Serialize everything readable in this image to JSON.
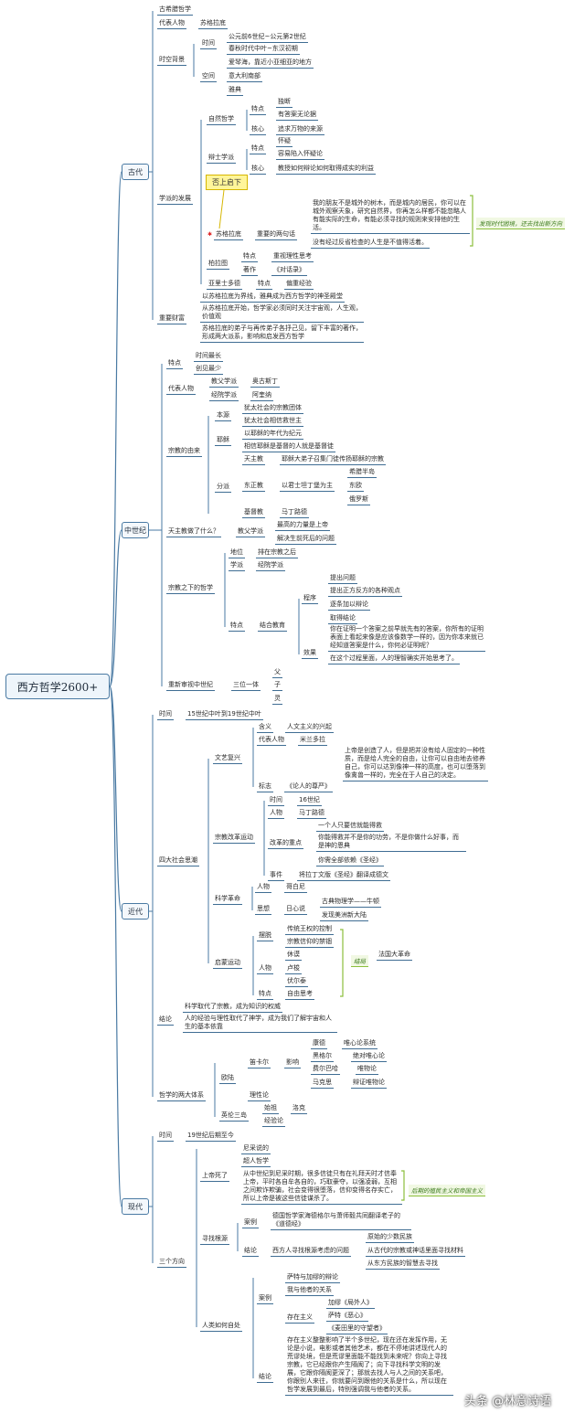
{
  "root": "西方哲学2600+",
  "eras": {
    "ancient": "古代",
    "medieval": "中世纪",
    "modern_early": "近代",
    "contemporary": "现代"
  },
  "callout": "否上启下",
  "green_tags": {
    "socrates": "发现时代困境，还去找出新方向",
    "fate": "结局",
    "postwar": "后期的殖民主义和帝国主义"
  },
  "ancient": {
    "title": "古希腊哲学",
    "rep_label": "代表人物",
    "rep_value": "苏格拉底",
    "bg_label": "时空背景",
    "time_label": "时间",
    "time_1": "公元前6世纪~公元第2世纪",
    "time_2": "春秋时代中叶~东汉初期",
    "space_label": "空间",
    "space_1": "爱琴海，靠近小亚细亚的地方",
    "space_2": "意大利南部",
    "space_3": "雅典",
    "school_label": "学派的发展",
    "natural_label": "自然哲学",
    "feature_label": "特点",
    "core_label": "核心",
    "natural_f1": "独断",
    "natural_f2": "有答案无论据",
    "natural_core": "追求万物的来源",
    "sophist_label": "辩士学派",
    "sophist_f1": "怀疑",
    "sophist_f2": "容易陷入怀疑论",
    "sophist_core": "教授如何辩论如何取得成实的利益",
    "socrates_label": "苏格拉底",
    "socrates_quote_label": "重要的两句话",
    "socrates_quote_1": "我的朋友不是城外的树木，而是城内的居民，你可以在城外观察天象，研究自然界，你再怎么样都不能忽略人有能实际的生命，有能必须寻找的规则来安排他的生活。",
    "socrates_quote_2": "没有经过反省检查的人生是不值得活着。",
    "plato_label": "柏拉图",
    "plato_feature": "重视理性思考",
    "plato_work_label": "著作",
    "plato_work": "《对话录》",
    "aristotle_label": "亚里士多德",
    "aristotle_feature": "偏重经验",
    "legacy_label": "重要财富",
    "legacy_1": "以苏格拉底为界线，雅典成为西方哲学的神圣殿堂",
    "legacy_2": "从苏格拉底开始，哲学家必须同时关注宇宙观，人生观，价值观",
    "legacy_3": "苏格拉底的弟子与再传弟子各抒己见，留下丰富的著作，形成两大派系，影响和启发西方哲学"
  },
  "medieval": {
    "feature_label": "特点",
    "feature_1": "时间最长",
    "feature_2": "创见最少",
    "rep_label": "代表人物",
    "father_label": "教父学派",
    "father_value": "奥古斯丁",
    "scholastic_label": "经院学派",
    "scholastic_value": "阿奎纳",
    "origin_label": "宗教的由来",
    "source_label": "本源",
    "source_1": "犹太社会的宗教团体",
    "source_2": "犹太社会相信救世主",
    "jesus_label": "耶稣",
    "jesus_1": "以耶稣的年代为纪元",
    "jesus_2": "相信耶稣是基督的人就是基督徒",
    "branch_label": "分派",
    "catholic_label": "天主教",
    "catholic_value": "耶稣大弟子召集门徒传扬耶稣的宗教",
    "orthodox_label": "东正教",
    "orthodox_value": "以君士坦丁堡为主",
    "orthodox_1": "希腊半岛",
    "orthodox_2": "东欧",
    "orthodox_3": "俄罗斯",
    "protestant_label": "基督教",
    "protestant_value": "马丁路德",
    "did_label": "天主教做了什么？",
    "did_school": "教父学派",
    "did_1": "最高的力量是上帝",
    "did_2": "解决生前死后的问题",
    "philo_label": "宗教之下的哲学",
    "status_label": "地位",
    "status_value": "排在宗教之后",
    "school_label": "学派",
    "school_value": "经院学派",
    "feat_label": "特点",
    "feat_value": "结合教育",
    "procedure_label": "程序",
    "proc_1": "提出问题",
    "proc_2": "提出正方反方的各种观点",
    "proc_3": "逐条加以辩论",
    "proc_4": "取得结论",
    "effect_label": "效果",
    "effect_1": "你在证明一个答案之前早就先有的答案，你所有的证明表面上看起来像是应该像数学一样的，因为你本来就已经知道答案是什么，你何必证明呢？",
    "effect_2": "在这个过程里面，人的理智确实开始思考了。",
    "review_label": "重新审视中世纪",
    "trinity_label": "三位一体",
    "trinity_1": "父",
    "trinity_2": "子",
    "trinity_3": "灵"
  },
  "modern_early": {
    "time_label": "时间",
    "time_value": "15世纪中叶到19世纪中叶",
    "trends_label": "四大社会思潮",
    "renaissance_label": "文艺复兴",
    "meaning_label": "含义",
    "meaning_value": "人文主义的兴起",
    "rep_label": "代表人物",
    "rep_value": "米兰多拉",
    "quote": "上帝是创造了人，但是把并没有给人固定的一种性质，而是给人完全的自由，让你可以自由地去修养自己，你可以达到像神一样的高度，也可以堕落到像禽兽一样的，完全在于人自己的决定。",
    "mark_label": "标志",
    "mark_value": "《论人的尊严》",
    "reform_label": "宗教改革运动",
    "reform_time_label": "时间",
    "reform_time": "16世纪",
    "reform_person_label": "人物",
    "reform_person": "马丁路德",
    "reform_key_label": "改革的重点",
    "reform_key_1": "一个人只要信就能得救",
    "reform_key_2": "你能得救并不是你的功劳，不是你做什么好事，而是神的恩典",
    "reform_key_3": "你需全部依赖《圣经》",
    "reform_event_label": "事件",
    "reform_event": "将拉丁文版《圣经》翻译成德文",
    "science_label": "科学革命",
    "science_person_label": "人物",
    "science_person": "哥白尼",
    "science_thought_label": "思想",
    "science_thought": "日心说",
    "science_1": "古典物理学——牛顿",
    "science_2": "发现美洲新大陆",
    "enlight_label": "启蒙运动",
    "escape_label": "摆脱",
    "escape_1": "传统王权的控制",
    "escape_2": "宗教信仰的禁锢",
    "enlight_person_label": "人物",
    "enlight_p1": "休谟",
    "enlight_p2": "卢梭",
    "enlight_p3": "伏尔泰",
    "enlight_feat_label": "特点",
    "enlight_feat": "自由思考",
    "enlight_result": "法国大革命",
    "concl_label": "结论",
    "concl_1": "科学取代了宗教，成为知识的权威",
    "concl_2": "人的经验与理性取代了神学，成为我们了解宇宙和人生的基本依靠",
    "two_label": "哲学的两大体系",
    "euro_label": "欧陆",
    "descartes_label": "笛卡尔",
    "influence_label": "影响",
    "kant": "康德",
    "kant_v": "唯心论系统",
    "hegel": "黑格尔",
    "hegel_v": "绝对唯心论",
    "feuer": "费尔巴哈",
    "feuer_v": "唯物论",
    "marx": "马克思",
    "marx_v": "辩证唯物论",
    "rational": "理性论",
    "british_label": "英伦三岛",
    "locke_label": "始祖",
    "locke_v": "洛克",
    "empirical": "经验论"
  },
  "contemporary": {
    "time_label": "时间",
    "time_value": "19世纪后期至今",
    "dirs_label": "三个方向",
    "god_label": "上帝死了",
    "god_1": "尼采说的",
    "god_2": "超人哲学",
    "god_3": "从中世纪到尼采时期，很多信徒只有在礼拜天时才信奉上帝，平时各自牟各自的，巧取豪夺，以强凌弱，互相之间欺诈欺骗，社会变得很堕落，信仰变得名存实亡，所以上帝是被这些信徒谋杀了。",
    "roots_label": "寻找根源",
    "case_label": "案例",
    "case_value": "德国哲学家海德格尔与萧师毅共同翻译老子的《道德经》",
    "concl_label": "结论",
    "concl_value": "西方人寻找根源考虑的问题",
    "concl_1": "原始的少数民族",
    "concl_2": "从古代的宗教或神话里面寻找材料",
    "concl_3": "从东方民族的智慧去寻找",
    "self_label": "人类如何自处",
    "self_case_label": "案例",
    "self_1": "萨特与加缪的辩论",
    "self_2": "我与他者的关系",
    "exist_label": "存在主义",
    "exist_1": "加缪《局外人》",
    "exist_2": "萨特《恶心》",
    "exist_3": "《麦田里的守望者》",
    "self_concl_label": "结论",
    "self_concl": "存在主义整整影响了半个多世纪，现在还在发挥作用，无论是小说，电影或者其他艺术，都在不停地讲述现代人的荒谬处境，但是荒谬里面能不能找到未来呢？你向上寻找宗教，它已经跟你产生隔阂了；向下寻找科学文明的发展，它跟你隔阂更深了；那就去找人与人之间的关系吧，你跟别人来往，你就要问到跟他的关系是什么，所以现在哲学发展到最后，特别强调我与他者的关系。"
  },
  "watermark": "头条 @林意诗语"
}
